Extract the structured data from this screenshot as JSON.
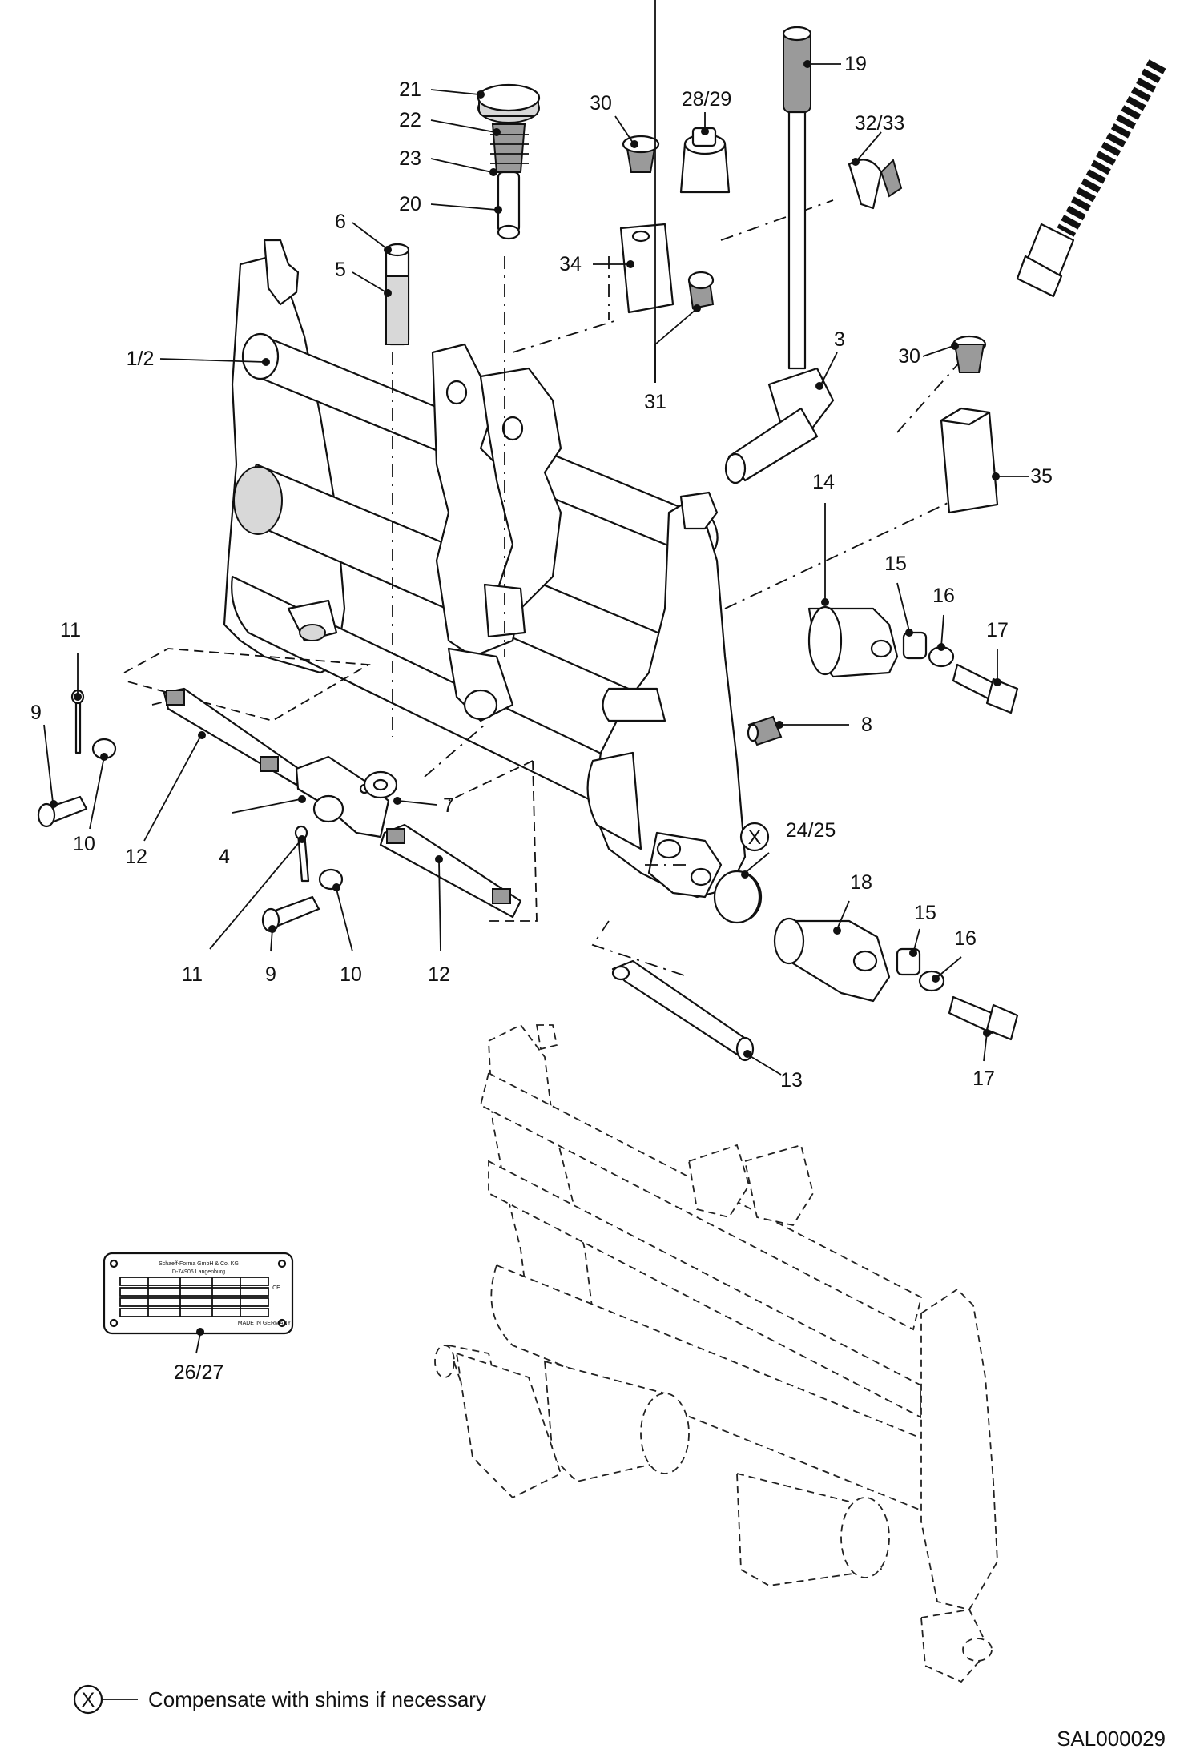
{
  "document_code": "SAL000029",
  "legend": {
    "symbol": "X",
    "text": "Compensate with shims if necessary"
  },
  "nameplate": {
    "company": "Schaeff-Forma GmbH & Co. KG",
    "city": "D-74906 Langenburg",
    "made_in": "MADE IN GERMANY",
    "ce_mark": "CE"
  },
  "callouts": [
    {
      "id": "c-21",
      "label": "21"
    },
    {
      "id": "c-22",
      "label": "22"
    },
    {
      "id": "c-23",
      "label": "23"
    },
    {
      "id": "c-20",
      "label": "20"
    },
    {
      "id": "c-6",
      "label": "6"
    },
    {
      "id": "c-5",
      "label": "5"
    },
    {
      "id": "c-1-2",
      "label": "1/2"
    },
    {
      "id": "c-30a",
      "label": "30"
    },
    {
      "id": "c-28-29",
      "label": "28/29"
    },
    {
      "id": "c-34",
      "label": "34"
    },
    {
      "id": "c-31",
      "label": "31"
    },
    {
      "id": "c-19",
      "label": "19"
    },
    {
      "id": "c-32-33",
      "label": "32/33"
    },
    {
      "id": "c-3",
      "label": "3"
    },
    {
      "id": "c-30b",
      "label": "30"
    },
    {
      "id": "c-35",
      "label": "35"
    },
    {
      "id": "c-14",
      "label": "14"
    },
    {
      "id": "c-15a",
      "label": "15"
    },
    {
      "id": "c-16a",
      "label": "16"
    },
    {
      "id": "c-17a",
      "label": "17"
    },
    {
      "id": "c-8",
      "label": "8"
    },
    {
      "id": "c-11a",
      "label": "11"
    },
    {
      "id": "c-9a",
      "label": "9"
    },
    {
      "id": "c-10a",
      "label": "10"
    },
    {
      "id": "c-12a",
      "label": "12"
    },
    {
      "id": "c-4",
      "label": "4"
    },
    {
      "id": "c-7",
      "label": "7"
    },
    {
      "id": "c-11b",
      "label": "11"
    },
    {
      "id": "c-9b",
      "label": "9"
    },
    {
      "id": "c-10b",
      "label": "10"
    },
    {
      "id": "c-12b",
      "label": "12"
    },
    {
      "id": "c-x",
      "label": "X"
    },
    {
      "id": "c-24-25",
      "label": "24/25"
    },
    {
      "id": "c-18",
      "label": "18"
    },
    {
      "id": "c-15b",
      "label": "15"
    },
    {
      "id": "c-16b",
      "label": "16"
    },
    {
      "id": "c-17b",
      "label": "17"
    },
    {
      "id": "c-13",
      "label": "13"
    },
    {
      "id": "c-26-27",
      "label": "26/27"
    }
  ]
}
